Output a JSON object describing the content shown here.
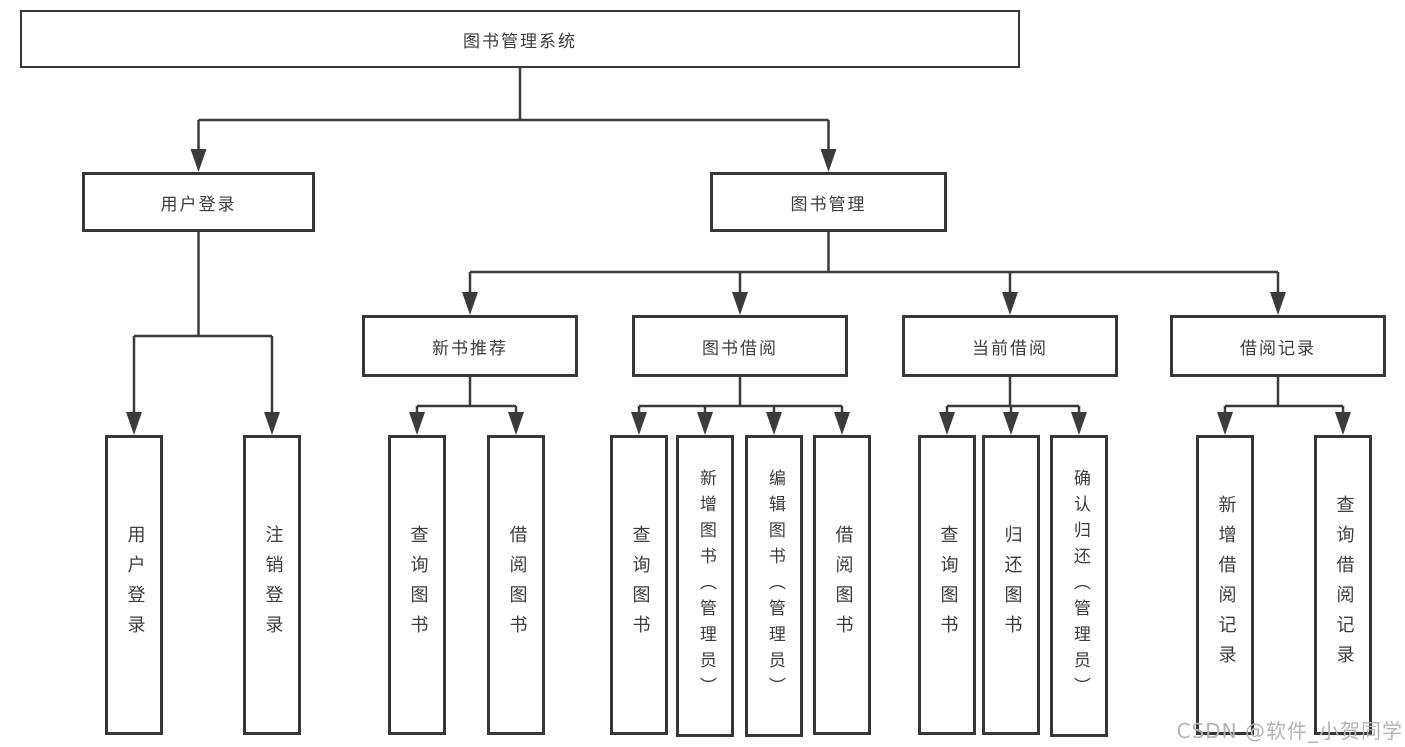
{
  "diagram": {
    "root": {
      "label": "图书管理系统"
    },
    "level2": [
      {
        "label": "用户登录"
      },
      {
        "label": "图书管理"
      }
    ],
    "level3": [
      {
        "label": "新书推荐"
      },
      {
        "label": "图书借阅"
      },
      {
        "label": "当前借阅"
      },
      {
        "label": "借阅记录"
      }
    ],
    "leaves": {
      "user_login": [
        "用户登录",
        "注销登录"
      ],
      "new_book": [
        "查询图书",
        "借阅图书"
      ],
      "borrow": [
        "查询图书",
        "新增图书（管理员）",
        "编辑图书（管理员）",
        "借阅图书"
      ],
      "current": [
        "查询图书",
        "归还图书",
        "确认归还（管理员）"
      ],
      "records": [
        "新增借阅记录",
        "查询借阅记录"
      ]
    }
  },
  "watermark": "CSDN @软件_小贺同学",
  "colors": {
    "line": "#3b3b3b",
    "border": "#373737",
    "text": "#3c3c3c",
    "background": "#ffffff",
    "watermark": "#b3b3b3"
  }
}
